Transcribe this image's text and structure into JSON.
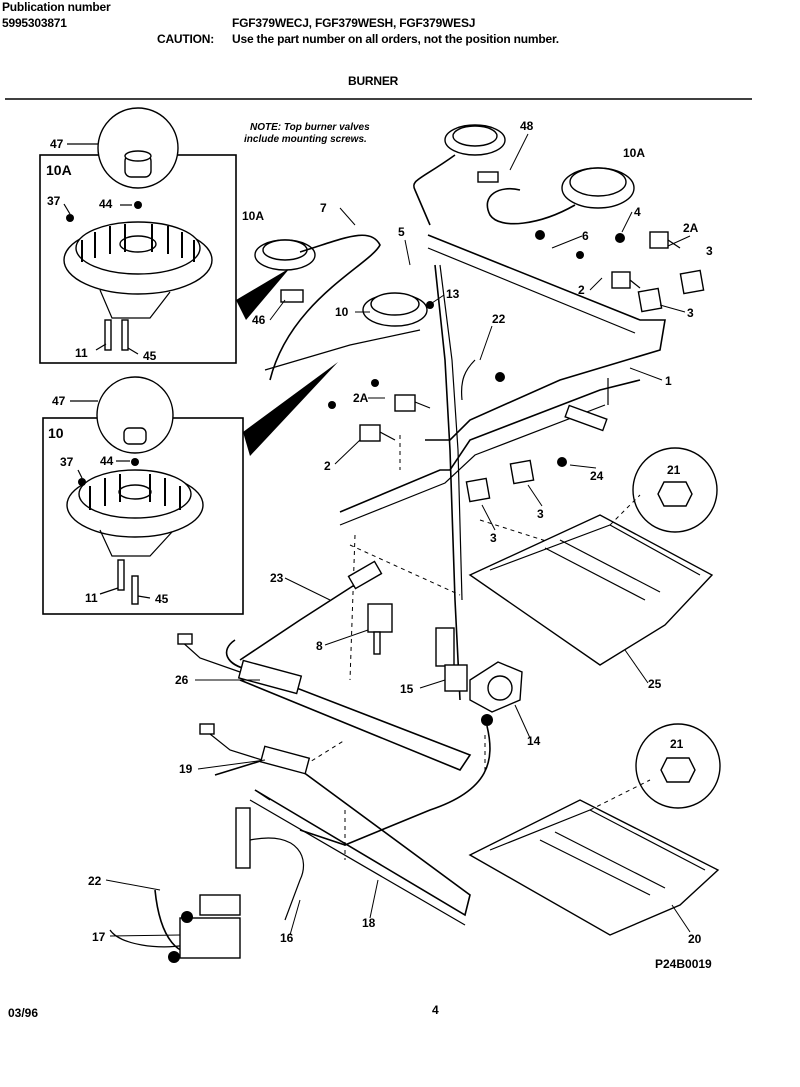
{
  "header": {
    "publication_label": "Publication number",
    "publication_number": "5995303871",
    "models": "FGF379WECJ, FGF379WESH, FGF379WESJ",
    "caution_label": "CAUTION:",
    "caution_text": "Use the part number on all orders, not the position number.",
    "section_title": "BURNER"
  },
  "note": {
    "line1": "NOTE: Top burner valves",
    "line2": "include mounting screws."
  },
  "callouts": [
    "47",
    "10A",
    "37",
    "44",
    "11",
    "45",
    "47",
    "10",
    "37",
    "44",
    "11",
    "45",
    "10A",
    "7",
    "46",
    "5",
    "10",
    "13",
    "48",
    "10A",
    "4",
    "6",
    "2A",
    "3",
    "2",
    "3",
    "22",
    "1",
    "2A",
    "2",
    "3",
    "3",
    "24",
    "21",
    "23",
    "8",
    "15",
    "14",
    "25",
    "26",
    "19",
    "21",
    "22",
    "17",
    "16",
    "18",
    "20"
  ],
  "footer": {
    "date": "03/96",
    "page": "4",
    "drawing_id": "P24B0019"
  }
}
